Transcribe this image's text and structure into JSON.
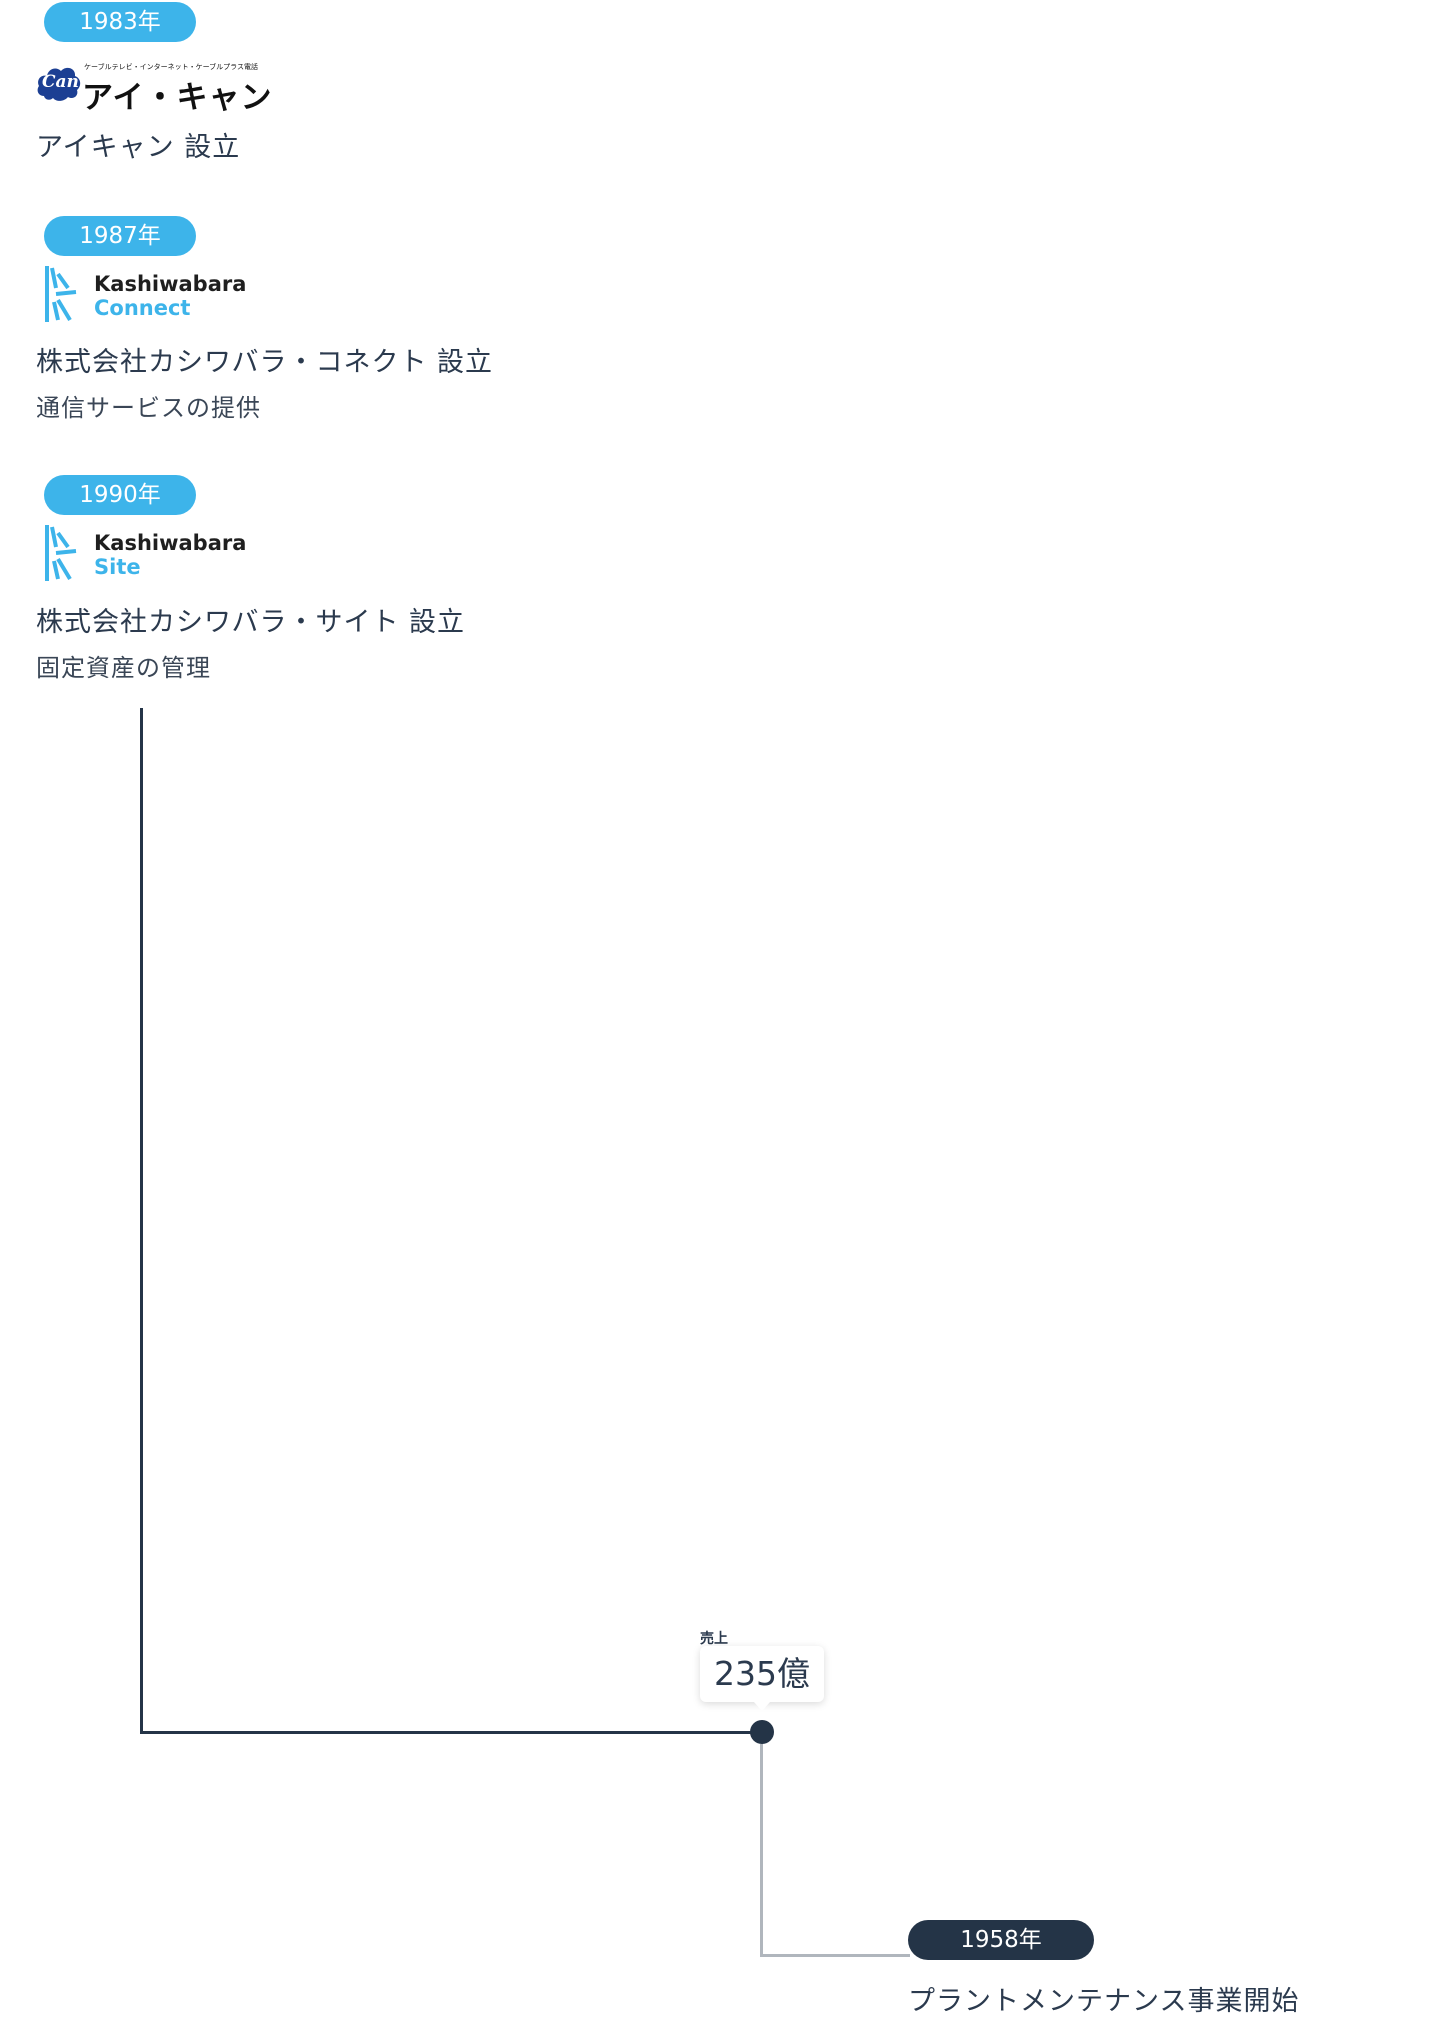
{
  "history": [
    {
      "year": "1983年",
      "logo": {
        "icon": "ican-cloud-logo",
        "name": "アイ・キャン",
        "tagline": "ケーブルテレビ・インターネット・ケーブルプラス電話",
        "mark_text": "Can"
      },
      "title": "アイキャン 設立",
      "description": ""
    },
    {
      "year": "1987年",
      "logo": {
        "icon": "kashiwabara-k-logo",
        "line1": "Kashiwabara",
        "line2": "Connect"
      },
      "title": "株式会社カシワバラ・コネクト 設立",
      "description": "通信サービスの提供"
    },
    {
      "year": "1990年",
      "logo": {
        "icon": "kashiwabara-k-logo",
        "line1": "Kashiwabara",
        "line2": "Site"
      },
      "title": "株式会社カシワバラ・サイト 設立",
      "description": "固定資産の管理"
    }
  ],
  "sales": {
    "label": "売上",
    "value": "235億"
  },
  "milestone": {
    "year": "1958年",
    "title": "プラントメンテナンス事業開始"
  },
  "colors": {
    "accent": "#3db4ea",
    "dark": "#243447",
    "connector": "#b0b6bd"
  }
}
